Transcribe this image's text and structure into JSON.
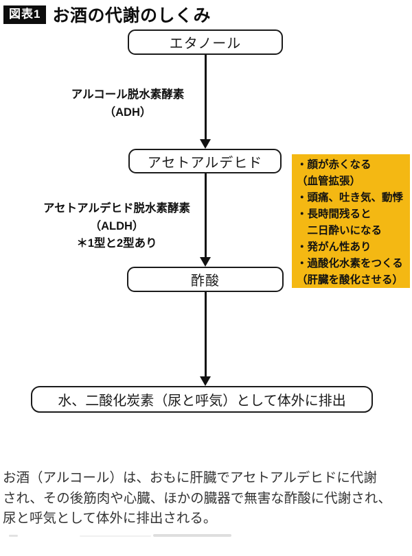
{
  "header": {
    "badge": "図表1",
    "title": "お酒の代謝のしくみ"
  },
  "flowchart": {
    "nodes": {
      "ethanol": "エタノール",
      "acetaldehyde": "アセトアルデヒド",
      "acetate": "酢酸",
      "excretion": "水、二酸化炭素（尿と呼気）として体外に排出"
    },
    "enzymes": {
      "adh": "アルコール脱水素酵素\n（ADH）",
      "aldh": "アセトアルデヒド脱水素酵素\n（ALDH）\n＊1型と2型あり"
    },
    "acetaldehyde_effects": "・顔が赤くなる\n（血管拡張）\n・頭痛、吐き気、動悸\n・長時間残ると\n　二日酔いになる\n・発がん性あり\n・過酸化水素をつくる\n（肝臓を酸化させる）",
    "colors": {
      "effects_bg": "#F4B813",
      "line_color": "#111111"
    }
  },
  "caption": "お酒（アルコール）は、おもに肝臓でアセトアルデヒドに代謝\nされ、その後筋肉や心臓、ほかの臓器で無害な酢酸に代謝され、\n尿と呼気として体外に排出される。"
}
